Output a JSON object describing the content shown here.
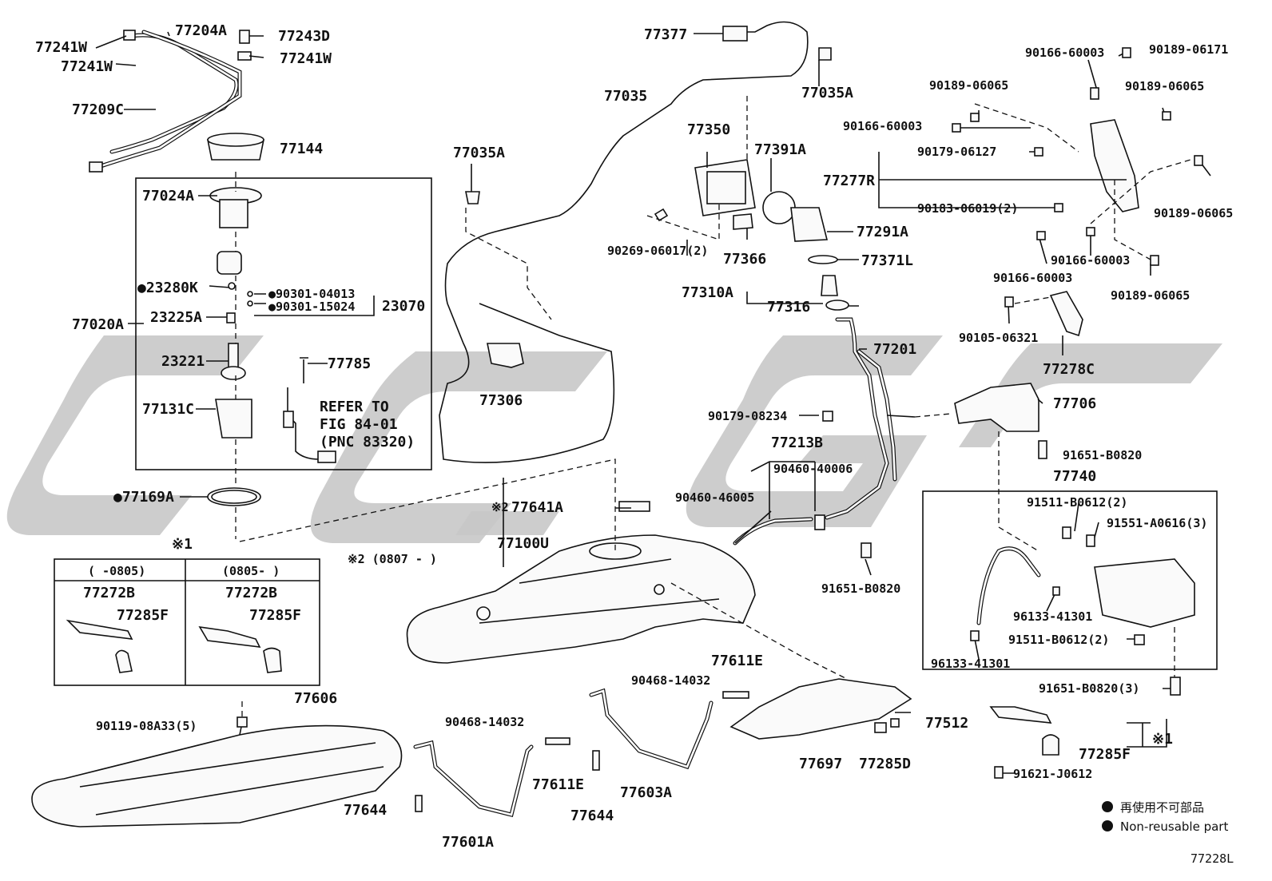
{
  "diagram_id": "77228L",
  "legend": {
    "marker": "●",
    "jp": "再使用不可部品",
    "en": "Non-reusable part"
  },
  "notes": {
    "note1_mark": "※1",
    "note2_mark": "※2",
    "note2_text": "※2 (0807 -     )"
  },
  "inset": {
    "col1_header": "(    -0805)",
    "col2_header": "(0805-    )"
  },
  "refer": {
    "line1": "REFER TO",
    "line2": "FIG 84-01",
    "line3": "(PNC 83320)"
  },
  "labels": {
    "p77241W_a": "77241W",
    "p77241W_b": "77241W",
    "p77204A": "77204A",
    "p77243D": "77243D",
    "p77241W_c": "77241W",
    "p77209C": "77209C",
    "p77144": "77144",
    "p77024A": "77024A",
    "p23280K": "●23280K",
    "p90301_04013": "●90301-04013",
    "p90301_15024": "●90301-15024",
    "p23070": "23070",
    "p77020A": "77020A",
    "p23225A": "23225A",
    "p23221": "23221",
    "p77785": "77785",
    "p77131C": "77131C",
    "p77169A": "●77169A",
    "p77377": "77377",
    "p77035": "77035",
    "p77035A_top": "77035A",
    "p77035A_left": "77035A",
    "p77350": "77350",
    "p77391A": "77391A",
    "p77291A": "77291A",
    "p90269": "90269-06017(2)",
    "p77366": "77366",
    "p77371L": "77371L",
    "p77310A": "77310A",
    "p77316": "77316",
    "p77306": "77306",
    "p77201": "77201",
    "p90179_08234": "90179-08234",
    "p77213B": "77213B",
    "p90460_40006": "90460-40006",
    "p90460_46005": "90460-46005",
    "p77641A": "77641A",
    "p77100U": "77100U",
    "p91651_B0820_a": "91651-B0820",
    "p77706": "77706",
    "p91651_B0820_b": "91651-B0820",
    "p77740": "77740",
    "p91511_B0612_a": "91511-B0612(2)",
    "p91551_A0616": "91551-A0616(3)",
    "p96133_41301_a": "96133-41301",
    "p91511_B0612_b": "91511-B0612(2)",
    "p96133_41301_b": "96133-41301",
    "p91651_B0820_c": "91651-B0820(3)",
    "p77285F_r": "77285F",
    "p91621_J0612": "91621-J0612",
    "p90166_60003_a": "90166-60003",
    "p90189_06171": "90189-06171",
    "p90189_06065_a": "90189-06065",
    "p90189_06065_b": "90189-06065",
    "p90166_60003_b": "90166-60003",
    "p90179_06127": "90179-06127",
    "p77277R": "77277R",
    "p90183_06019": "90183-06019(2)",
    "p90189_06065_c": "90189-06065",
    "p90166_60003_c": "90166-60003",
    "p90166_60003_d": "90166-60003",
    "p90189_06065_d": "90189-06065",
    "p90105_06321": "90105-06321",
    "p77278C": "77278C",
    "p77272B_a": "77272B",
    "p77285F_a": "77285F",
    "p77272B_b": "77272B",
    "p77285F_b": "77285F",
    "p77606": "77606",
    "p90119_08A33": "90119-08A33(5)",
    "p90468_14032_a": "90468-14032",
    "p77611E_a": "77611E",
    "p90468_14032_b": "90468-14032",
    "p77611E_b": "77611E",
    "p77644_a": "77644",
    "p77644_b": "77644",
    "p77601A": "77601A",
    "p77603A": "77603A",
    "p77697": "77697",
    "p77285D": "77285D",
    "p77512": "77512"
  }
}
